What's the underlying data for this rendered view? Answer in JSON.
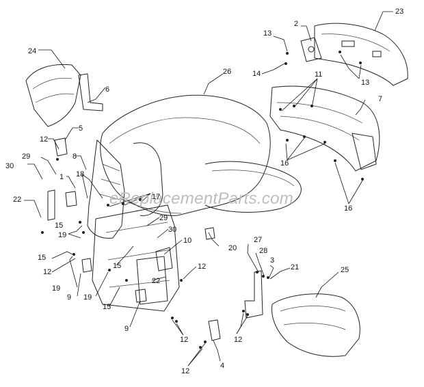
{
  "watermark": "eReplacementParts.com",
  "callouts": {
    "c1": "1",
    "c2": "2",
    "c3": "3",
    "c4": "4",
    "c5": "5",
    "c6": "6",
    "c7": "7",
    "c8": "8",
    "c9a": "9",
    "c9b": "9",
    "c10": "10",
    "c11": "11",
    "c12a": "12",
    "c12b": "12",
    "c12c": "12",
    "c12d": "12",
    "c12e": "12",
    "c13a": "13",
    "c13b": "13",
    "c14": "14",
    "c15a": "15",
    "c15b": "15",
    "c15c": "15",
    "c15d": "15",
    "c16a": "16",
    "c16b": "16",
    "c17": "17",
    "c18": "18",
    "c19a": "19",
    "c19b": "19",
    "c19c": "19",
    "c20": "20",
    "c21": "21",
    "c22a": "22",
    "c22b": "22",
    "c23": "23",
    "c24": "24",
    "c25": "25",
    "c26": "26",
    "c27": "27",
    "c28": "28",
    "c29a": "29",
    "c29b": "29",
    "c30a": "30",
    "c30b": "30"
  }
}
